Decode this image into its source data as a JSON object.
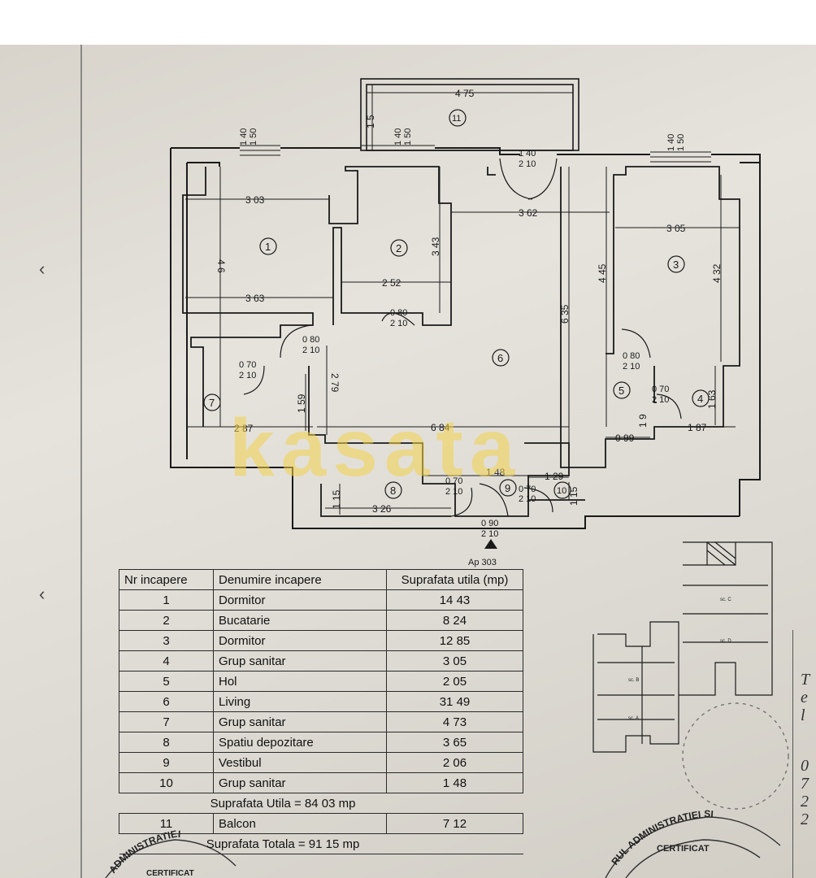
{
  "plan": {
    "rooms": [
      {
        "nr": "1"
      },
      {
        "nr": "2"
      },
      {
        "nr": "3"
      },
      {
        "nr": "4"
      },
      {
        "nr": "5"
      },
      {
        "nr": "6"
      },
      {
        "nr": "7"
      },
      {
        "nr": "8"
      },
      {
        "nr": "9"
      },
      {
        "nr": "10"
      },
      {
        "nr": "11"
      }
    ],
    "dims": {
      "d475": "4 75",
      "d15": "1 5",
      "d303": "3 03",
      "d46": "4 6",
      "d363": "3 63",
      "d343": "3 43",
      "d252": "2 52",
      "d362": "3 62",
      "d305": "3 05",
      "d445": "4 45",
      "d432": "4 32",
      "d635": "6 35",
      "d279": "2 79",
      "d159": "1 59",
      "d287": "2 87",
      "d684": "6 84",
      "d163": "1 63",
      "d187": "1 87",
      "d099": "0 99",
      "d19": "1 9",
      "d148": "1 48",
      "d129": "1 29",
      "d115a": "1 15",
      "d115b": "1 15",
      "d326": "3 26"
    },
    "windows": {
      "w1": "1 40",
      "w1b": "1 50",
      "w2": "1 40",
      "w2b": "1 50",
      "w3": "1 40",
      "w3b": "1 50"
    },
    "doors": {
      "balcony": "1 40",
      "balcony_h": "2 10",
      "d2": "0 80",
      "d2_h": "2 10",
      "d1": "0 80",
      "d1_h": "2 10",
      "d7": "0 70",
      "d7_h": "2 10",
      "d3": "0 80",
      "d3_h": "2 10",
      "d4": "0 70",
      "d4_h": "2 10",
      "d8": "0 70",
      "d8_h": "2 10",
      "d10": "0 70",
      "d10_h": "2 10",
      "entry": "0 90",
      "entry_h": "2 10"
    },
    "apartment_label": "Ap  303",
    "watermark": "kasata"
  },
  "table": {
    "headers": {
      "nr": "Nr incapere",
      "name": "Denumire incapere",
      "area": "Suprafata utila (mp)"
    },
    "rows": [
      {
        "nr": "1",
        "name": "Dormitor",
        "area": "14 43"
      },
      {
        "nr": "2",
        "name": "Bucatarie",
        "area": "8 24"
      },
      {
        "nr": "3",
        "name": "Dormitor",
        "area": "12 85"
      },
      {
        "nr": "4",
        "name": "Grup sanitar",
        "area": "3 05"
      },
      {
        "nr": "5",
        "name": "Hol",
        "area": "2 05"
      },
      {
        "nr": "6",
        "name": "Living",
        "area": "31 49"
      },
      {
        "nr": "7",
        "name": "Grup sanitar",
        "area": "4 73"
      },
      {
        "nr": "8",
        "name": "Spatiu depozitare",
        "area": "3 65"
      },
      {
        "nr": "9",
        "name": "Vestibul",
        "area": "2 06"
      },
      {
        "nr": "10",
        "name": "Grup sanitar",
        "area": "1 48"
      }
    ],
    "subtotal": "Suprafata Utila = 84 03 mp",
    "balcony_row": {
      "nr": "11",
      "name": "Balcon",
      "area": "7 12"
    },
    "total": "Suprafata Totala = 91 15 mp"
  },
  "stamps": {
    "left_arc": "ADMINISTRATIEI",
    "left_certificat": "CERTIFICAT",
    "right_arc": "RUL ADMINISTRATIEI SI",
    "right_certificat": "CERTIFICAT"
  },
  "side_text": [
    "T",
    "e",
    "l",
    "0",
    "7",
    "2",
    "2"
  ],
  "site_plan_labels": {
    "a": "sc. A",
    "b": "sc. B",
    "c": "sc. C",
    "d": "sc. D"
  }
}
